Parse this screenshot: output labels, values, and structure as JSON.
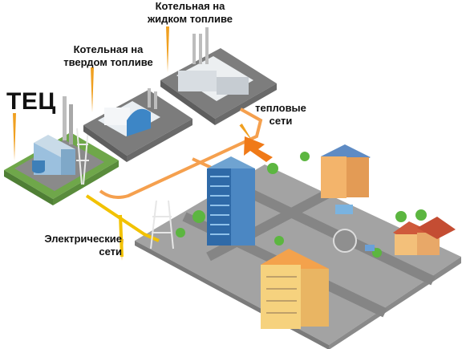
{
  "labels": {
    "liquid_boiler": [
      "Котельная на",
      "жидком топливе"
    ],
    "solid_boiler": [
      "Котельная на",
      "твердом топливе"
    ],
    "chp": "ТЕЦ",
    "heat_networks": [
      "тепловые",
      "сети"
    ],
    "electric_networks": [
      "Электрические",
      "сети"
    ]
  },
  "colors": {
    "heat_pipe": "#f5a04e",
    "power_line": "#f2c200",
    "pointer": "#f0a020",
    "arrow": "#f07a18",
    "ground": "#7d7d7d",
    "grass": "#66c045"
  }
}
